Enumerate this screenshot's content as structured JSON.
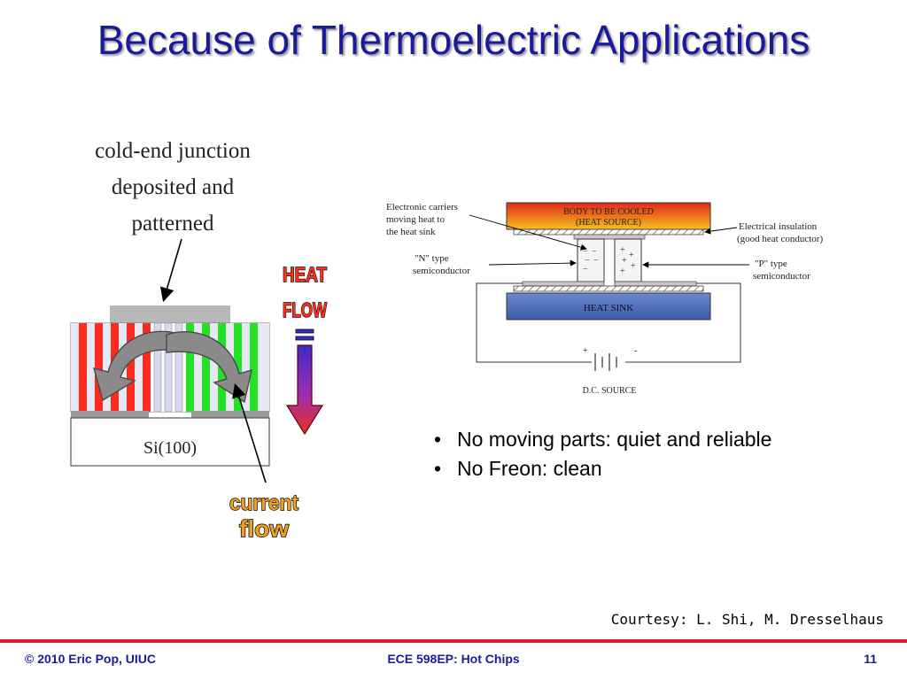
{
  "slide": {
    "title": "Because of Thermoelectric Applications",
    "left_figure": {
      "label_line1": "cold-end junction",
      "label_line2": "deposited and",
      "label_line3": "patterned",
      "heat_line1": "HEAT",
      "heat_line2": "FLOW",
      "substrate": "Si(100)",
      "current_line1": "current",
      "current_line2": "flow"
    },
    "right_figure": {
      "body_line1": "BODY TO BE COOLED",
      "body_line2": "(HEAT SOURCE)",
      "carriers_line1": "Electronic carriers",
      "carriers_line2": "moving heat to",
      "carriers_line3": "the heat sink",
      "n_type_line1": "\"N\" type",
      "n_type_line2": "semiconductor",
      "insulation_line1": "Electrical insulation",
      "insulation_line2": "(good heat conductor)",
      "p_type_line1": "\"P\" type",
      "p_type_line2": "semiconductor",
      "heat_sink": "HEAT SINK",
      "dc_source": "D.C. SOURCE",
      "plus": "+",
      "minus": "-"
    },
    "bullets": [
      "No moving parts: quiet and reliable",
      "No Freon: clean"
    ],
    "bullet_glyph": "•",
    "courtesy": "Courtesy: L. Shi, M. Dresselhaus",
    "footer": {
      "left": "© 2010 Eric Pop, UIUC",
      "center": "ECE 598EP: Hot Chips",
      "right": "11"
    },
    "colors": {
      "title": "#1a1a9c",
      "footer_rule": "#d81a2a",
      "footer_text": "#1a1a9c"
    }
  }
}
